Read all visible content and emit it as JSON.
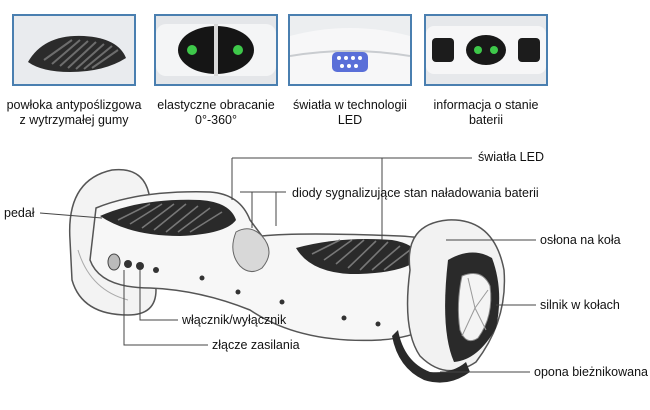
{
  "features": [
    {
      "caption": "powłoka antypoślizgowa\nz wytrzymałej gumy",
      "icon": "rubber-pad-icon"
    },
    {
      "caption": "elastyczne obracanie\n0°-360°",
      "icon": "rotation-joint-icon"
    },
    {
      "caption": "światła w technologii\nLED",
      "icon": "led-light-icon"
    },
    {
      "caption": "informacja o stanie\nbaterii",
      "icon": "battery-status-icon"
    }
  ],
  "labels": {
    "led_lights": "światła LED",
    "battery_diodes": "diody sygnalizujące stan naładowania baterii",
    "pedal": "pedał",
    "wheel_cover": "osłona na koła",
    "motor": "silnik w kołach",
    "power_switch": "włącznik/wyłącznik",
    "power_connector": "złącze zasilania",
    "tread_tire": "opona bieżnikowana"
  },
  "colors": {
    "frame": "#4a7fb0",
    "led_green": "#3ec84a",
    "led_blue": "#5a6fd8",
    "line": "#444444"
  }
}
